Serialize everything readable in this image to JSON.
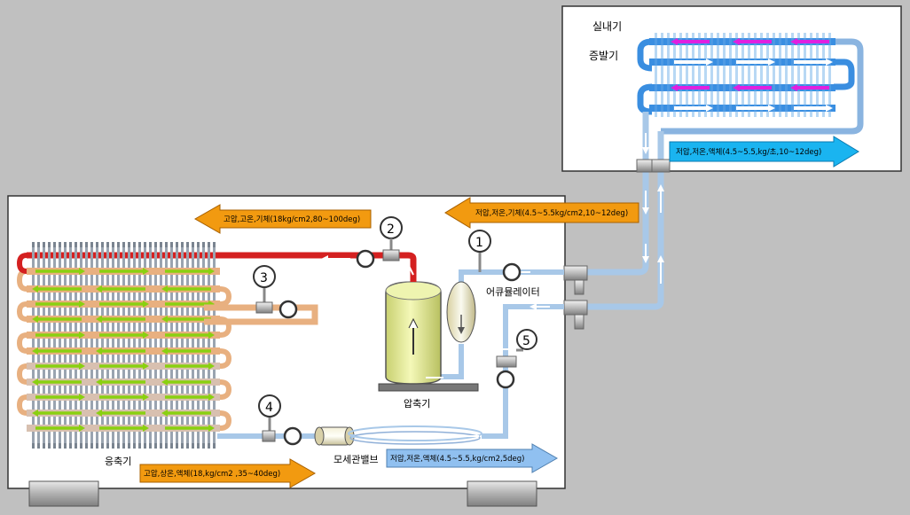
{
  "labels": {
    "indoor_unit": "실내기",
    "evaporator": "증발기",
    "accumulator": "어큐뮬레이터",
    "compressor": "압축기",
    "condenser": "응축기",
    "capillary_valve": "모세관밸브"
  },
  "flow_arrows": {
    "evap_out": "저압,저온,액체(4.5~5.5,kg/초,10~12deg)",
    "suction": "저압,저온,기체(4.5~5.5kg/cm2,10~12deg)",
    "discharge": "고압,고온,기체(18kg/cm2,80~100deg)",
    "condenser_out": "고압,상온,액체(18,kg/cm2 ,35~40deg)",
    "capillary_out": "저압,저온,액체(4.5~5.5,kg/cm2,5deg)"
  },
  "gauges": {
    "g1": "1",
    "g2": "2",
    "g3": "3",
    "g4": "4",
    "g5": "5"
  },
  "colors": {
    "background": "#c0c0c0",
    "panel": "#ffffff",
    "hot_gas_pipe": "#d42020",
    "warm_pipe": "#e8b080",
    "cold_pipe": "#a8c8e8",
    "evap_pipe": "#3a8ee0",
    "discharge_arrow": "#f29a10",
    "suction_arrow": "#f29a10",
    "cold_arrow": "#1ab4f0",
    "light_cold_arrow": "#90c0f0",
    "compressor_body": "#e6ee90"
  }
}
